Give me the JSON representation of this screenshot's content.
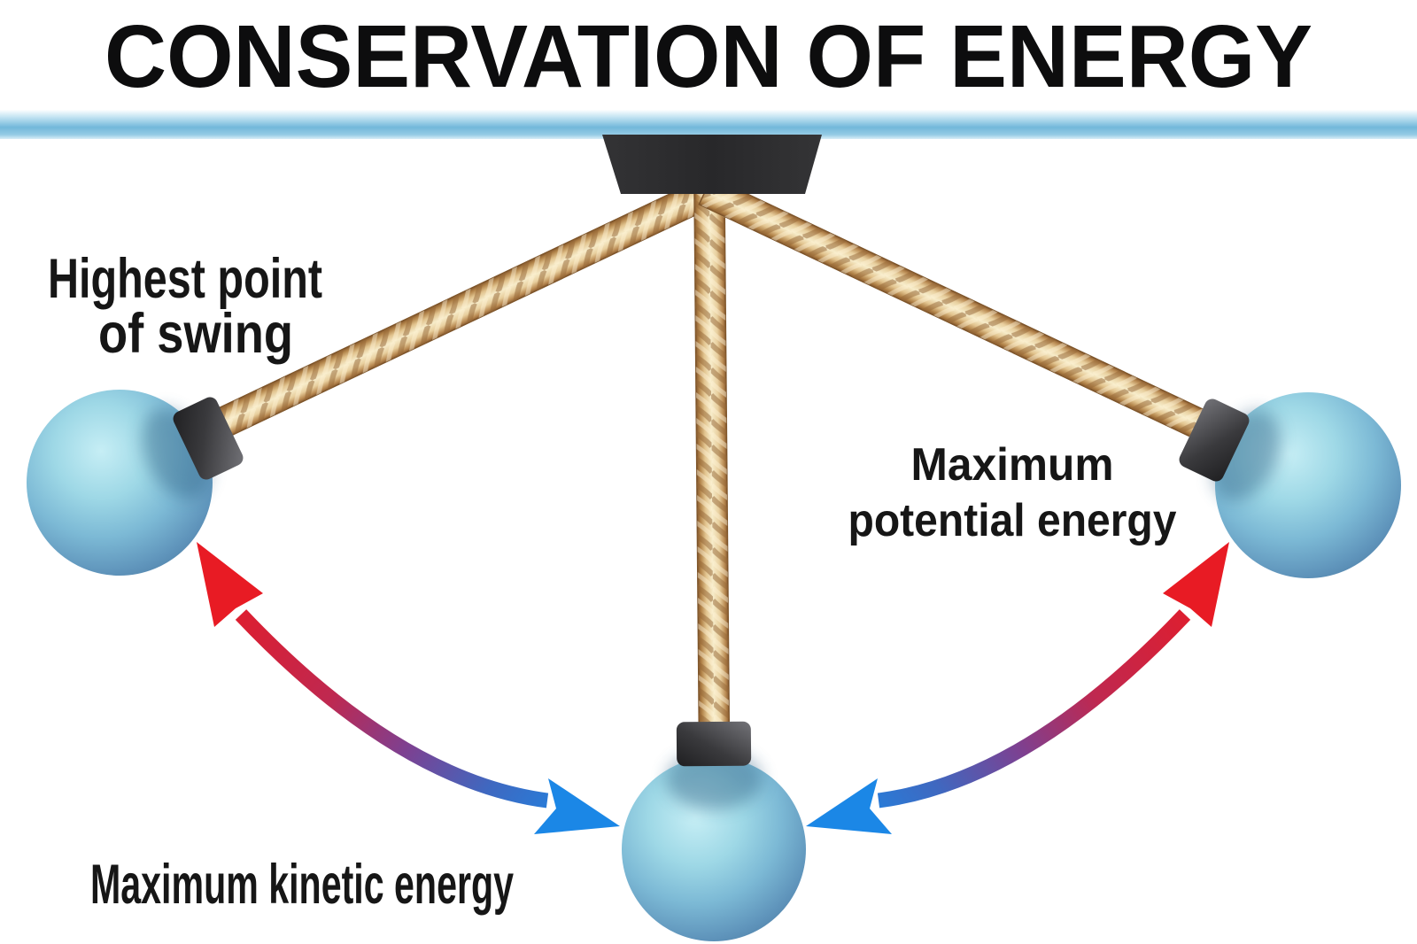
{
  "title": "CONSERVATION OF ENERGY",
  "labels": {
    "highest_point": {
      "line1": "Highest point",
      "line2": "of swing"
    },
    "max_potential": {
      "line1": "Maximum",
      "line2": "potential energy"
    },
    "max_kinetic": {
      "line1": "Maximum kinetic energy"
    }
  },
  "figure": {
    "type": "pendulum-energy-diagram",
    "bob_positions": [
      "left-highest-point",
      "center-lowest-point",
      "right-highest-point"
    ],
    "swing_arcs": [
      "left-arc-between-left-bob-and-center-bob",
      "right-arc-between-right-bob-and-center-bob"
    ],
    "arc_direction_colors": "red at highest points, blue at lowest point"
  },
  "colors": {
    "title": "#0d0d0e",
    "labels": "#161616",
    "ceiling_bar": "#72b8da",
    "mount": "#2b2b2d",
    "rope_light": "#f7ecca",
    "rope_mid": "#e2c48f",
    "rope_dark": "#8a5c30",
    "ball_highlight": "#c6eef5",
    "ball_mid": "#7cb9d5",
    "ball_edge": "#4b7ba2",
    "cap_dark": "#1f1f21",
    "cap_light": "#737378",
    "arrow_red": "#e81b24",
    "arrow_purple": "#7e4090",
    "arrow_blue": "#1b87e6"
  }
}
